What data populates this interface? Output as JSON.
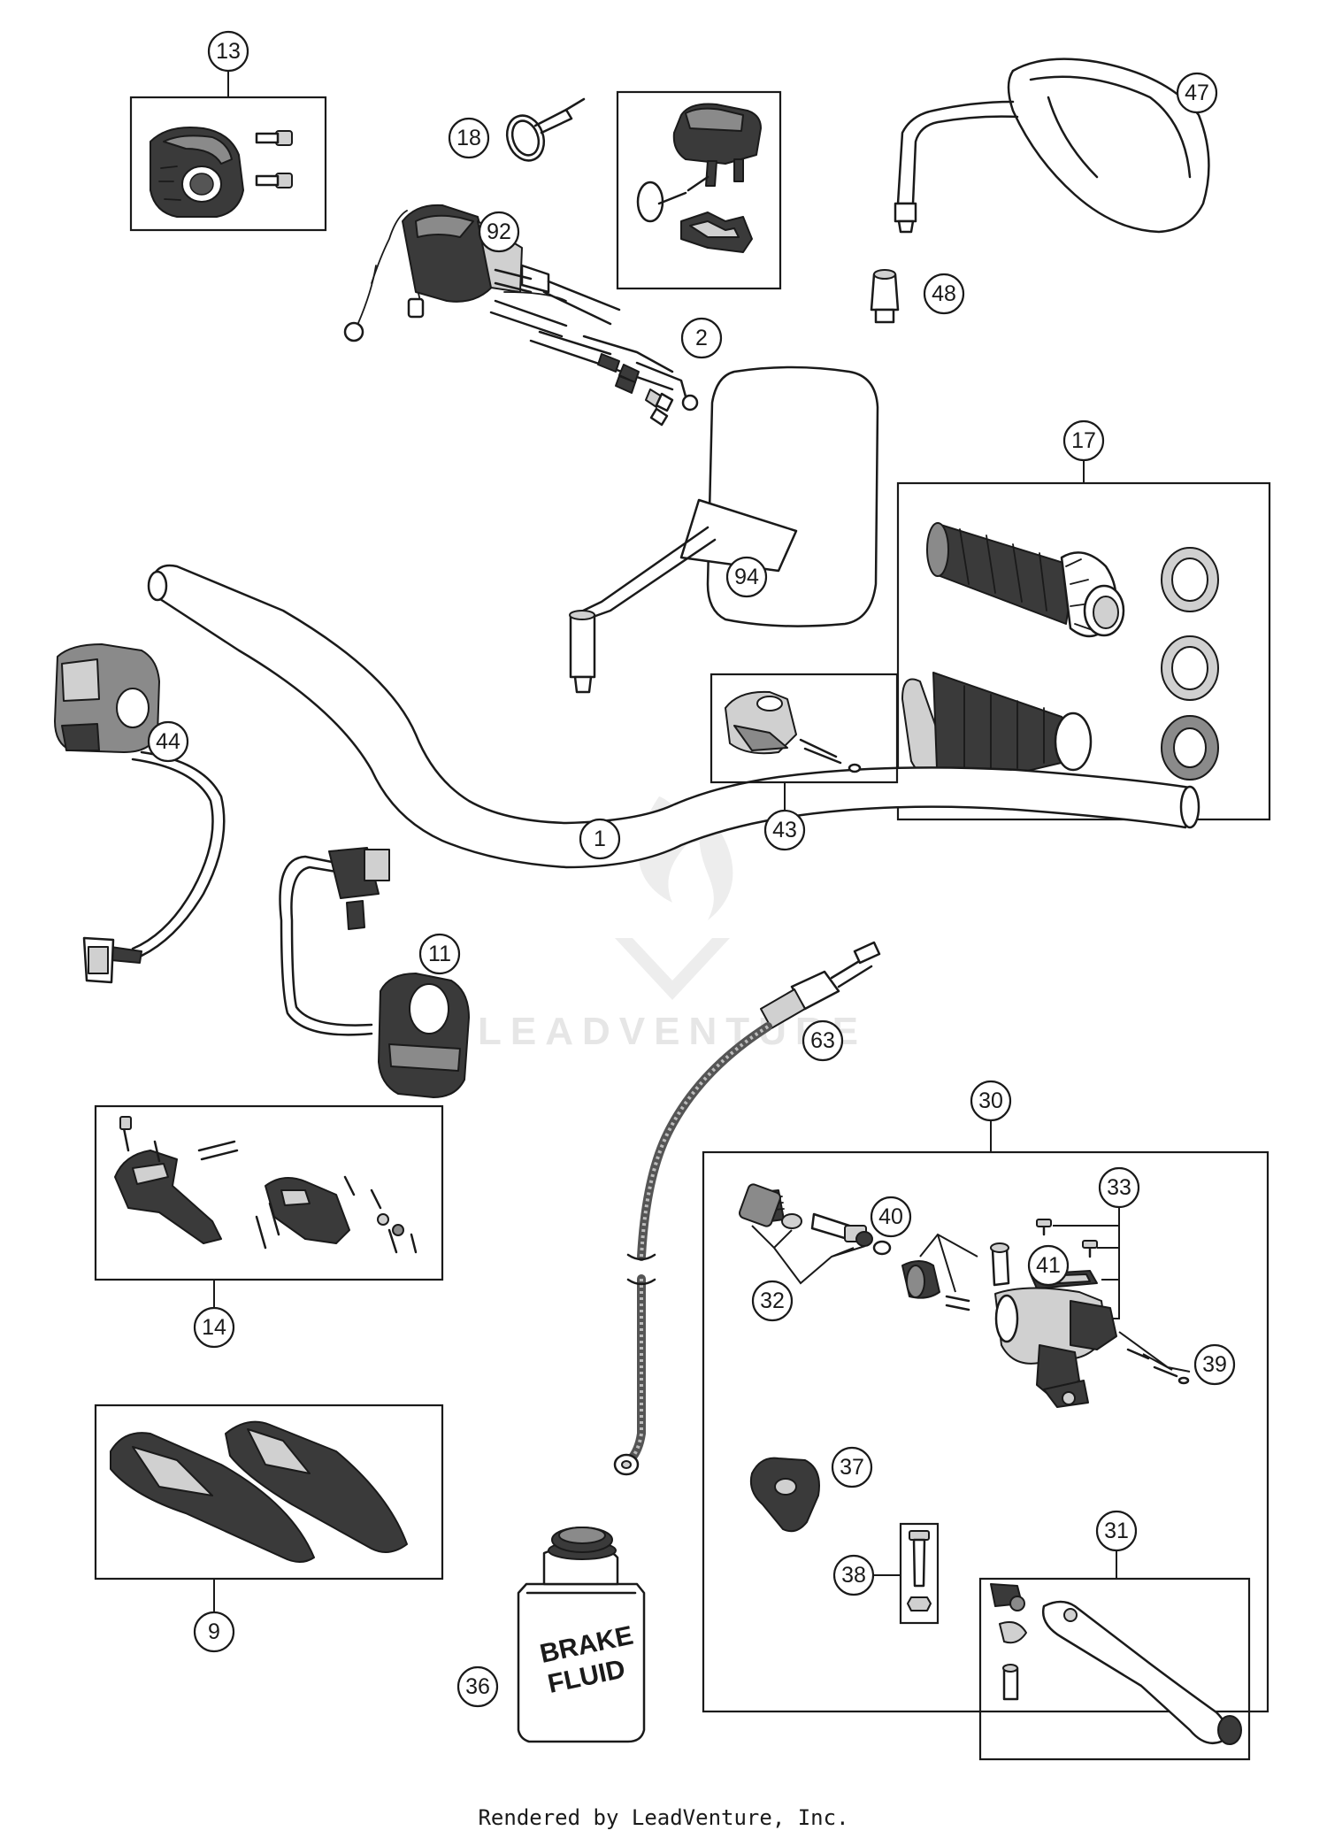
{
  "footer": "Rendered by LeadVenture, Inc.",
  "watermark": "LEADVENTURE",
  "brake_fluid_label": [
    "BRAKE",
    "FLUID"
  ],
  "callouts": {
    "c13": "13",
    "c18": "18",
    "c92": "92",
    "c2": "2",
    "c47": "47",
    "c48": "48",
    "c17": "17",
    "c94": "94",
    "c44": "44",
    "c43": "43",
    "c1": "1",
    "c11": "11",
    "c63": "63",
    "c30": "30",
    "c33": "33",
    "c40": "40",
    "c41": "41",
    "c32": "32",
    "c39": "39",
    "c14": "14",
    "c37": "37",
    "c31": "31",
    "c38": "38",
    "c9": "9",
    "c36": "36"
  }
}
